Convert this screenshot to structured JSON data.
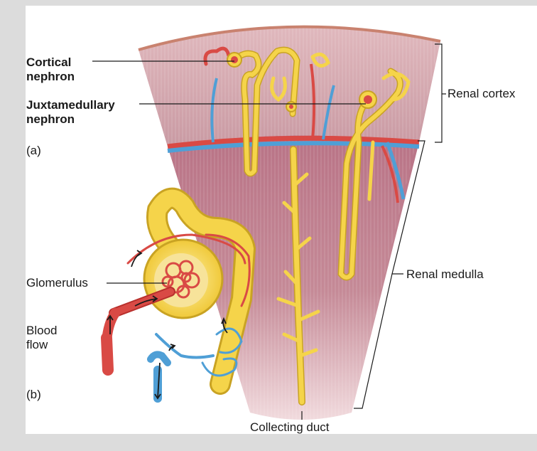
{
  "labels": {
    "cortical_nephron": [
      "Cortical",
      "nephron"
    ],
    "juxtamedullary_nephron": [
      "Juxtamedullary",
      "nephron"
    ],
    "panel_a": "(a)",
    "glomerulus": "Glomerulus",
    "blood_flow": [
      "Blood",
      "flow"
    ],
    "panel_b": "(b)",
    "renal_cortex": "Renal cortex",
    "renal_medulla": "Renal medulla",
    "collecting_duct": "Collecting duct"
  },
  "colors": {
    "background": "#dcdcdc",
    "panel": "#ffffff",
    "cortex": "#c99aa3",
    "medulla": "#c58a97",
    "tubule": "#f5d44a",
    "tubule_outline": "#c9a323",
    "artery": "#d94a45",
    "vein": "#4f9fd6"
  }
}
